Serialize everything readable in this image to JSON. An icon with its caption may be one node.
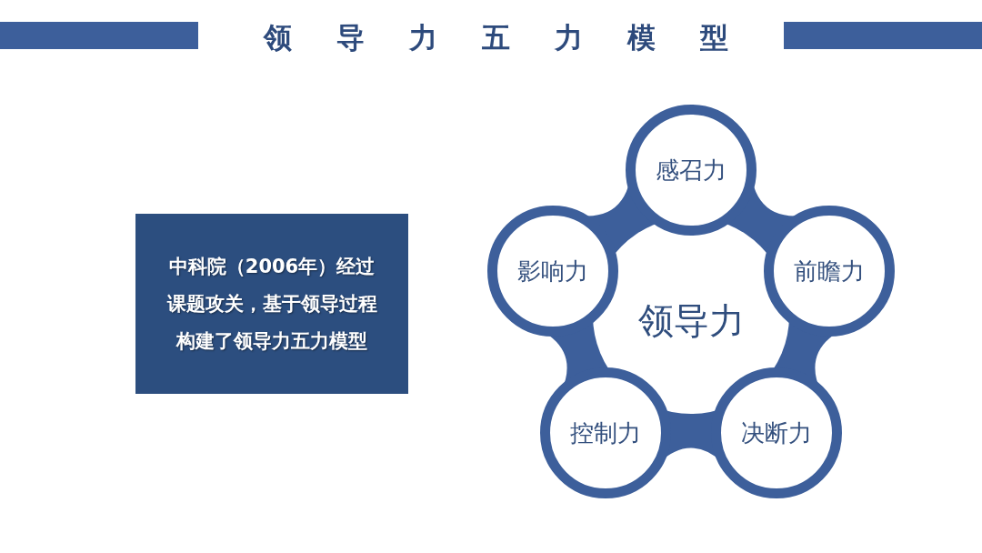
{
  "diagram": {
    "title": "领导力五力模型",
    "nodes": [
      {
        "text": [
          "中科院（2006年）经过课题攻关，基于领导过程构建了领导力五力模型"
        ]
      },
      {
        "text": [
          "领导力"
        ]
      },
      {
        "text": [
          "感召力"
        ]
      },
      {
        "text": [
          "前瞻力"
        ]
      },
      {
        "text": [
          "决断力"
        ]
      },
      {
        "text": [
          "控制力"
        ]
      },
      {
        "text": [
          "影响力"
        ]
      }
    ]
  }
}
